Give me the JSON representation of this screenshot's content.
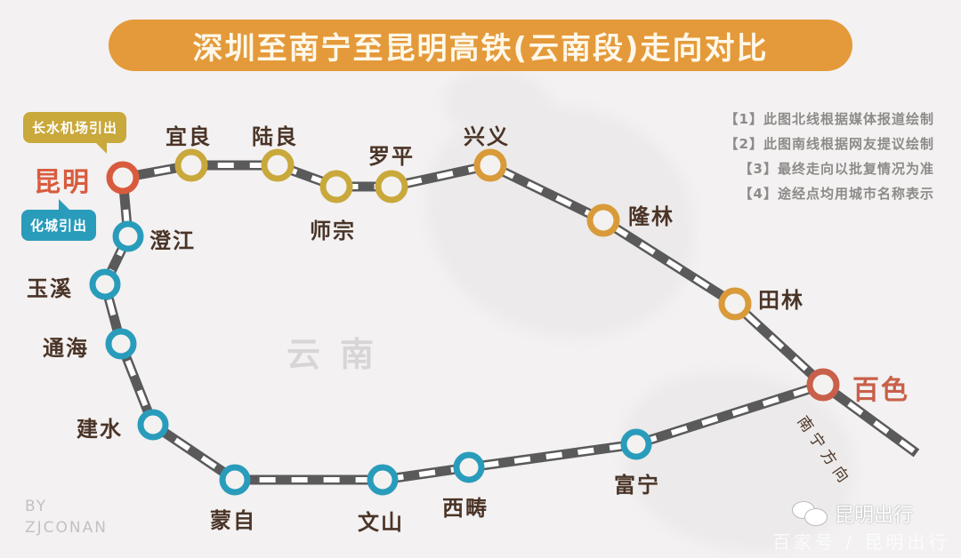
{
  "title": "深圳至南宁至昆明高铁(云南段)走向对比",
  "notes": [
    "【1】此图北线根据媒体报道绘制",
    "【2】此图南线根据网友提议绘制",
    "【3】最终走向以批复情况为准",
    "【4】途经点均用城市名称表示"
  ],
  "province_label": "云南",
  "bubbles": {
    "north": "长水机场引出",
    "south": "化城引出"
  },
  "colors": {
    "title_bg": "#e49a3a",
    "terminus": "#d95b3e",
    "north_route_early": "#c9a83c",
    "north_route_late": "#d99a3a",
    "south_route": "#2a9cbb",
    "track_dark": "#5a5a5a"
  },
  "stations": {
    "kunming": "昆明",
    "yiliang": "宜良",
    "luliang": "陆良",
    "shizong": "师宗",
    "luoping": "罗平",
    "xingyi": "兴义",
    "longlin": "隆林",
    "tianlin": "田林",
    "baise": "百色",
    "chengjiang": "澄江",
    "yuxi": "玉溪",
    "tonghai": "通海",
    "jianshui": "建水",
    "mengzi": "蒙自",
    "wenshan": "文山",
    "xichou": "西畴",
    "funing": "富宁"
  },
  "direction_label": "南宁方向",
  "credit": {
    "line1": "BY",
    "line2": "ZJCONAN"
  },
  "watermark": {
    "account": "昆明出行",
    "baijia": "百家号 / 昆明出行"
  }
}
